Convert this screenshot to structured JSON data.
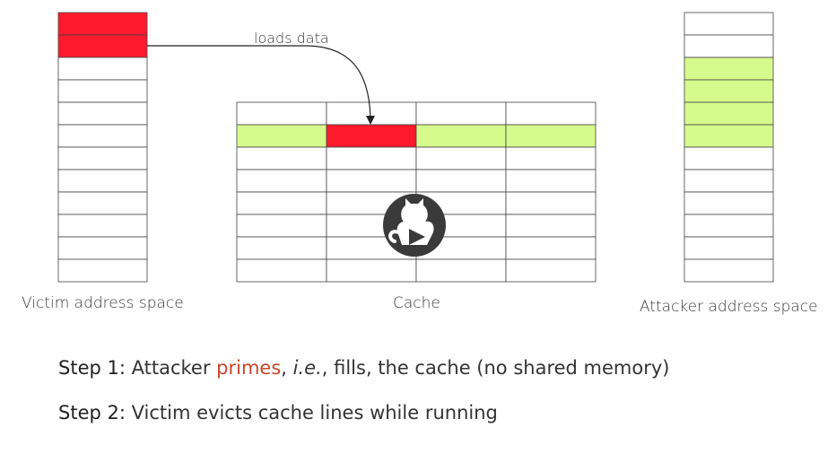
{
  "colors": {
    "victim": "#ff1a2e",
    "attacker": "#d6fa8c",
    "grid": "#444444",
    "accent": "#c7462a",
    "logo": "#3a3a3a"
  },
  "victim_space": {
    "caption": "Victim address space",
    "rows": [
      "victim",
      "victim",
      "empty",
      "empty",
      "empty",
      "empty",
      "empty",
      "empty",
      "empty",
      "empty",
      "empty",
      "empty"
    ]
  },
  "cache": {
    "caption": "Cache",
    "rows": [
      [
        "empty",
        "empty",
        "empty",
        "empty"
      ],
      [
        "attacker",
        "victim",
        "attacker",
        "attacker"
      ],
      [
        "empty",
        "empty",
        "empty",
        "empty"
      ],
      [
        "empty",
        "empty",
        "empty",
        "empty"
      ],
      [
        "empty",
        "empty",
        "empty",
        "empty"
      ],
      [
        "empty",
        "empty",
        "empty",
        "empty"
      ],
      [
        "empty",
        "empty",
        "empty",
        "empty"
      ],
      [
        "empty",
        "empty",
        "empty",
        "empty"
      ]
    ]
  },
  "attacker_space": {
    "caption": "Attacker address space",
    "rows": [
      "empty",
      "empty",
      "attacker",
      "attacker",
      "attacker",
      "attacker",
      "empty",
      "empty",
      "empty",
      "empty",
      "empty",
      "empty"
    ]
  },
  "arrow": {
    "label": "loads data"
  },
  "logo_icon": "cat-play-icon",
  "steps": [
    {
      "label": "Step 1:",
      "parts": {
        "a": "Attacker ",
        "b": "primes",
        "c": ", ",
        "d": "i.e.",
        "e": ", fills, the cache (no shared memory)"
      }
    },
    {
      "label": "Step 2:",
      "parts": {
        "a": "Victim evicts cache lines while running"
      }
    }
  ]
}
